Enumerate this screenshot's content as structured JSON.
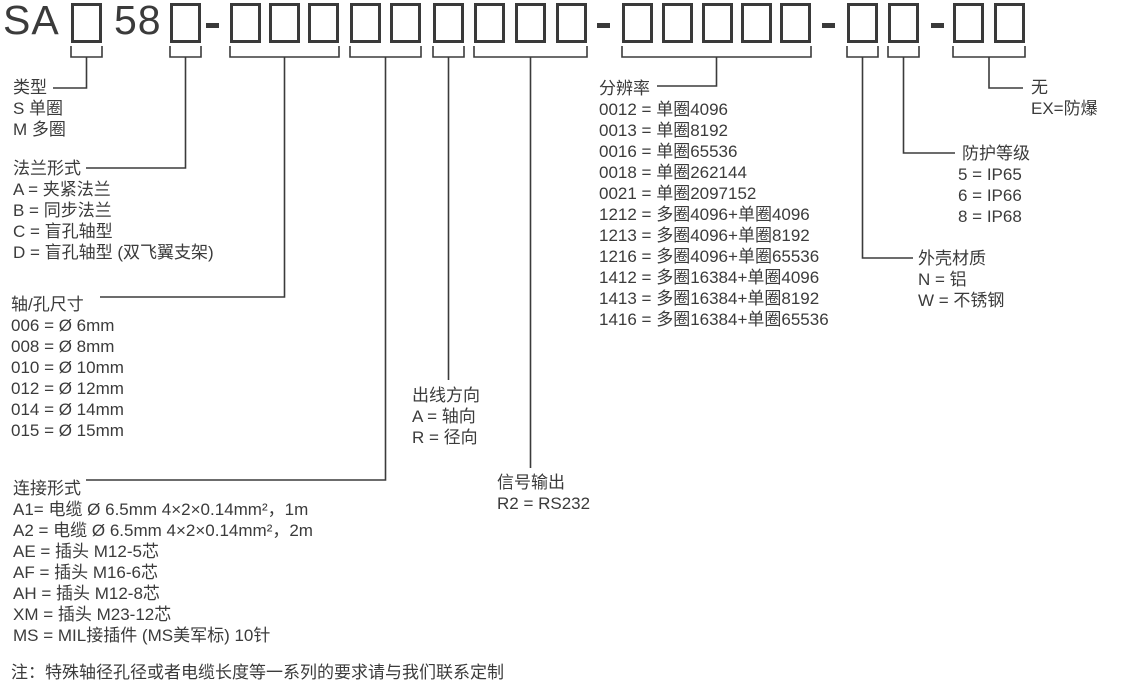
{
  "model_code": {
    "prefix": "SA",
    "series": "58",
    "pattern": "SA□58□-□□□ □□ □ □□□-□□□□□-□ □-□□"
  },
  "groups": {
    "type": {
      "label": "类型",
      "items": [
        "S 单圈",
        "M 多圈"
      ]
    },
    "flange": {
      "label": "法兰形式",
      "items": [
        "A = 夹紧法兰",
        "B = 同步法兰",
        "C = 盲孔轴型",
        "D = 盲孔轴型 (双飞翼支架)"
      ]
    },
    "shaft": {
      "label": "轴/孔尺寸",
      "items": [
        "006 = Ø 6mm",
        "008 = Ø 8mm",
        "010 = Ø 10mm",
        "012 = Ø 12mm",
        "014 = Ø 14mm",
        "015 = Ø 15mm"
      ]
    },
    "connection": {
      "label": "连接形式",
      "items": [
        "A1= 电缆 Ø 6.5mm 4×2×0.14mm²，1m",
        "A2 = 电缆 Ø 6.5mm 4×2×0.14mm²，2m",
        "AE = 插头 M12-5芯",
        "AF = 插头 M16-6芯",
        "AH = 插头 M12-8芯",
        "XM = 插头 M23-12芯",
        "MS = MIL接插件 (MS美军标) 10针"
      ]
    },
    "outlet": {
      "label": "出线方向",
      "items": [
        "A = 轴向",
        "R = 径向"
      ]
    },
    "signal": {
      "label": "信号输出",
      "items": [
        "R2 = RS232"
      ]
    },
    "resolution": {
      "label": "分辨率",
      "items": [
        "0012 = 单圈4096",
        "0013 = 单圈8192",
        "0016 = 单圈65536",
        "0018 = 单圈262144",
        "0021 = 单圈2097152",
        "1212 = 多圈4096+单圈4096",
        "1213 = 多圈4096+单圈8192",
        "1216 = 多圈4096+单圈65536",
        "1412 = 多圈16384+单圈4096",
        "1413 = 多圈16384+单圈8192",
        "1416 = 多圈16384+单圈65536"
      ]
    },
    "housing": {
      "label": "外壳材质",
      "items": [
        "N = 铝",
        "W = 不锈钢"
      ]
    },
    "protection": {
      "label": "防护等级",
      "items": [
        "5 = IP65",
        "6 = IP66",
        "8 = IP68"
      ]
    },
    "explosion": {
      "label": "无",
      "items": [
        "EX=防爆"
      ]
    }
  },
  "note": "注：特殊轴径孔径或者电缆长度等一系列的要求请与我们联系定制",
  "colors": {
    "ink": "#3b3b3b",
    "background": "#ffffff"
  }
}
